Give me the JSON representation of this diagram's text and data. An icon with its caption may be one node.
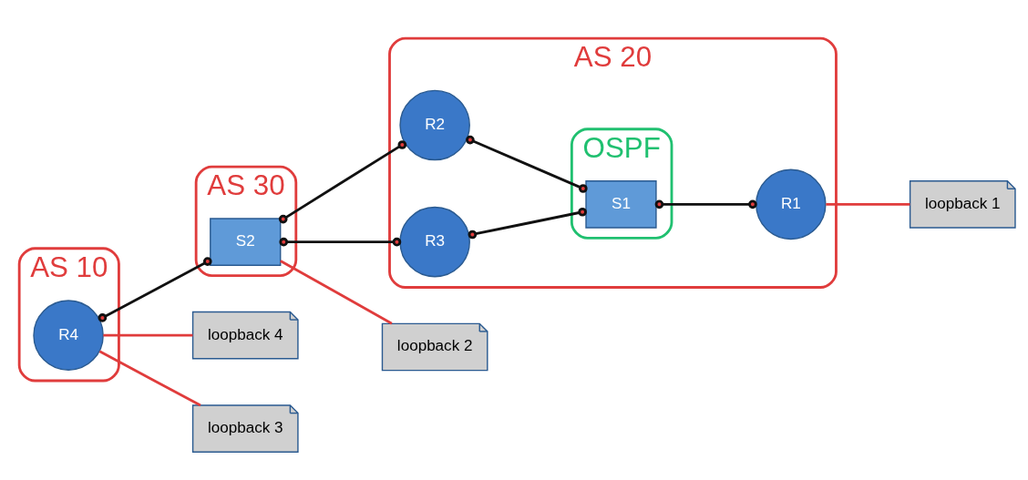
{
  "diagram": {
    "nodes": [
      {
        "text": [
          "AS 20"
        ]
      },
      {
        "text": [
          "OSPF"
        ],
        "in": 0
      },
      {
        "text": [
          "AS 10"
        ]
      },
      {
        "text": [
          "AS 30"
        ]
      },
      {
        "text": [
          "R4"
        ],
        "in": 2
      },
      {
        "text": [
          "S2"
        ],
        "in": 3
      },
      {
        "text": [
          "R2"
        ],
        "in": 0
      },
      {
        "text": [
          "R3"
        ],
        "in": 0
      },
      {
        "text": [
          "S1"
        ],
        "in": 1
      },
      {
        "text": [
          "R1"
        ],
        "in": 0
      },
      {
        "text": [
          "loopback 4"
        ]
      },
      {
        "text": [
          "loopback 3"
        ]
      },
      {
        "text": [
          "loopback 2"
        ]
      },
      {
        "text": [
          "loopback 1"
        ]
      }
    ],
    "edges": [
      {
        "from": 4,
        "to": 10,
        "arrow": "none",
        "color": "#e03c3c"
      },
      {
        "from": 4,
        "to": 11,
        "arrow": "none",
        "color": "#e03c3c"
      },
      {
        "from": 4,
        "to": 5,
        "arrow": "other"
      },
      {
        "from": 5,
        "to": 12,
        "arrow": "none",
        "color": "#e03c3c"
      },
      {
        "from": 5,
        "to": 6,
        "arrow": "other"
      },
      {
        "from": 5,
        "to": 7,
        "arrow": "other"
      },
      {
        "from": 6,
        "to": 8,
        "arrow": "other"
      },
      {
        "from": 7,
        "to": 8,
        "arrow": "other"
      },
      {
        "from": 8,
        "to": 9,
        "arrow": "other"
      },
      {
        "from": 9,
        "to": 13,
        "arrow": "none",
        "color": "#e03c3c"
      }
    ]
  }
}
